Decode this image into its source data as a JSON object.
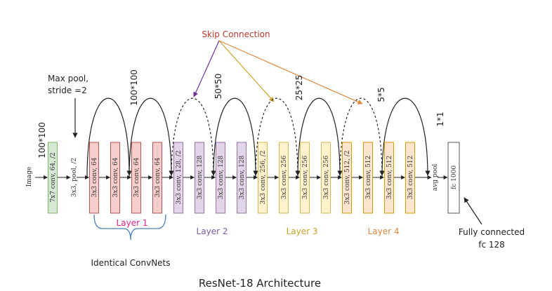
{
  "title": "ResNet-18 Architecture",
  "skip_label": "Skip Connection",
  "maxpool_note": [
    "Max pool,",
    "stride =2"
  ],
  "input_label": "Image",
  "blocks": [
    {
      "label": "7x7 conv, 64, /2",
      "fill": "#d5e8d4",
      "stroke": "#82b366"
    },
    {
      "label": "3x3, pool, /2",
      "fill": "none",
      "stroke": "none"
    },
    {
      "label": "3x3 conv, 64",
      "fill": "#f8cecc",
      "stroke": "#b85450"
    },
    {
      "label": "3x3 conv, 64",
      "fill": "#f8cecc",
      "stroke": "#b85450"
    },
    {
      "label": "3x3 conv, 64",
      "fill": "#f8cecc",
      "stroke": "#b85450"
    },
    {
      "label": "3x3 conv, 64",
      "fill": "#f8cecc",
      "stroke": "#b85450"
    },
    {
      "label": "3x3 conv, 128, /2",
      "fill": "#e1d5e7",
      "stroke": "#9673a6"
    },
    {
      "label": "3x3 conv, 128",
      "fill": "#e1d5e7",
      "stroke": "#9673a6"
    },
    {
      "label": "3x3 conv, 128",
      "fill": "#e1d5e7",
      "stroke": "#9673a6"
    },
    {
      "label": "3x3 conv, 128",
      "fill": "#e1d5e7",
      "stroke": "#9673a6"
    },
    {
      "label": "3x3 conv, 256, /2",
      "fill": "#fff2cc",
      "stroke": "#d6b656"
    },
    {
      "label": "3x3 conv, 256",
      "fill": "#fff2cc",
      "stroke": "#d6b656"
    },
    {
      "label": "3x3 conv, 256",
      "fill": "#fff2cc",
      "stroke": "#d6b656"
    },
    {
      "label": "3x3 conv, 256",
      "fill": "#fff2cc",
      "stroke": "#d6b656"
    },
    {
      "label": "3x3 conv, 512, /2",
      "fill": "#fce5cd",
      "stroke": "#d79b00"
    },
    {
      "label": "3x3 conv, 512",
      "fill": "#fce5cd",
      "stroke": "#d79b00"
    },
    {
      "label": "3x3 conv, 512",
      "fill": "#fce5cd",
      "stroke": "#d79b00"
    },
    {
      "label": "3x3 conv, 512",
      "fill": "#fce5cd",
      "stroke": "#d79b00"
    },
    {
      "label": "avg pool",
      "fill": "none",
      "stroke": "none"
    },
    {
      "label": "fc 1000",
      "fill": "#ffffff",
      "stroke": "#555555"
    }
  ],
  "layers": [
    {
      "label": "Layer 1",
      "color": "#e0208c"
    },
    {
      "label": "Layer 2",
      "color": "#7e5aa8"
    },
    {
      "label": "Layer 3",
      "color": "#c9a227"
    },
    {
      "label": "Layer 4",
      "color": "#e0873c"
    }
  ],
  "sizes": [
    "100*100",
    "100*100",
    "50*50",
    "25*25",
    "5*5",
    "1*1"
  ],
  "identical_label": "Identical ConvNets",
  "fc_note": [
    "Fully connected",
    "fc 128"
  ],
  "skip_colors": [
    "#7030a0",
    "#c9a227",
    "#e0873c"
  ]
}
